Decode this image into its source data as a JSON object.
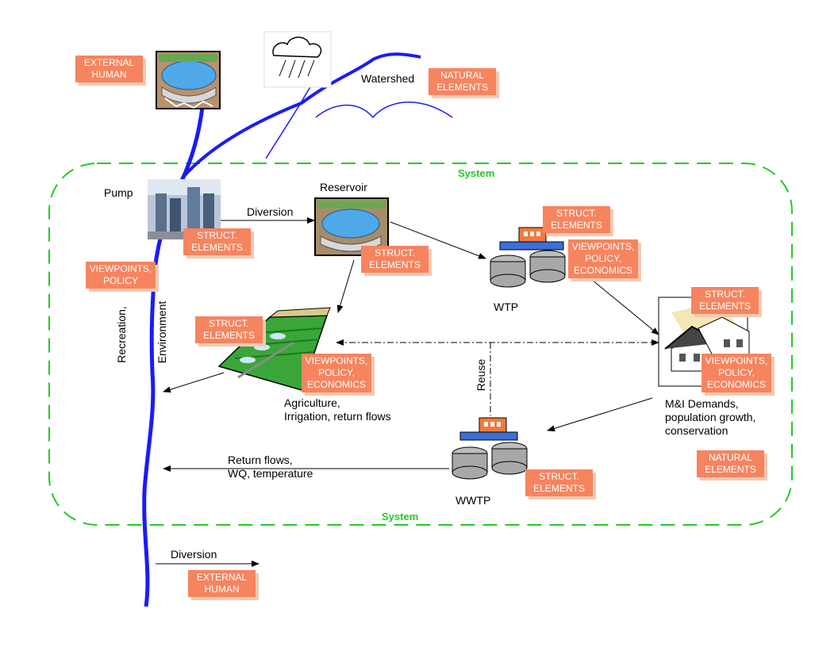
{
  "system_labels": {
    "top": "System",
    "bottom": "System"
  },
  "labels": {
    "watershed": "Watershed",
    "pump": "Pump",
    "diversion_top": "Diversion",
    "reservoir": "Reservoir",
    "wtp": "WTP",
    "agriculture": "Agriculture,\nIrrigation, return flows",
    "mi_demands": "M&I Demands,\npopulation growth,\nconservation",
    "reuse": "Reuse",
    "recreation": "Recreation,",
    "environment": "Environment",
    "return_flows": "Return flows,\nWQ, temperature",
    "wwtp": "WWTP",
    "diversion_bottom": "Diversion"
  },
  "tags": {
    "external_human_top": "EXTERNAL\nHUMAN",
    "natural_elements_top": "NATURAL\nELEMENTS",
    "struct_pump": "STRUCT.\nELEMENTS",
    "viewpoints_policy_left": "VIEWPOINTS,\nPOLICY",
    "struct_reservoir": "STRUCT.\nELEMENTS",
    "struct_wtp": "STRUCT.\nELEMENTS",
    "viewpoints_wtp": "VIEWPOINTS,\nPOLICY,\nECONOMICS",
    "struct_agriculture": "STRUCT.\nELEMENTS",
    "viewpoints_agriculture": "VIEWPOINTS,\nPOLICY,\nECONOMICS",
    "struct_mi": "STRUCT.\nELEMENTS",
    "viewpoints_mi": "VIEWPOINTS,\nPOLICY,\nECONOMICS",
    "natural_elements_right": "NATURAL\nELEMENTS",
    "struct_wwtp": "STRUCT.\nELEMENTS",
    "external_human_bottom": "EXTERNAL\nHUMAN"
  },
  "colors": {
    "tag_fill": "#f6845f",
    "tag_shadow": "#f3c9b2",
    "system_boundary": "#22cc22",
    "river": "#1a1aff"
  },
  "icons": [
    "dam-reservoir-icon",
    "rain-cloud-icon",
    "pump-station-icon",
    "treatment-plant-icon",
    "irrigated-field-icon",
    "houses-icon"
  ]
}
